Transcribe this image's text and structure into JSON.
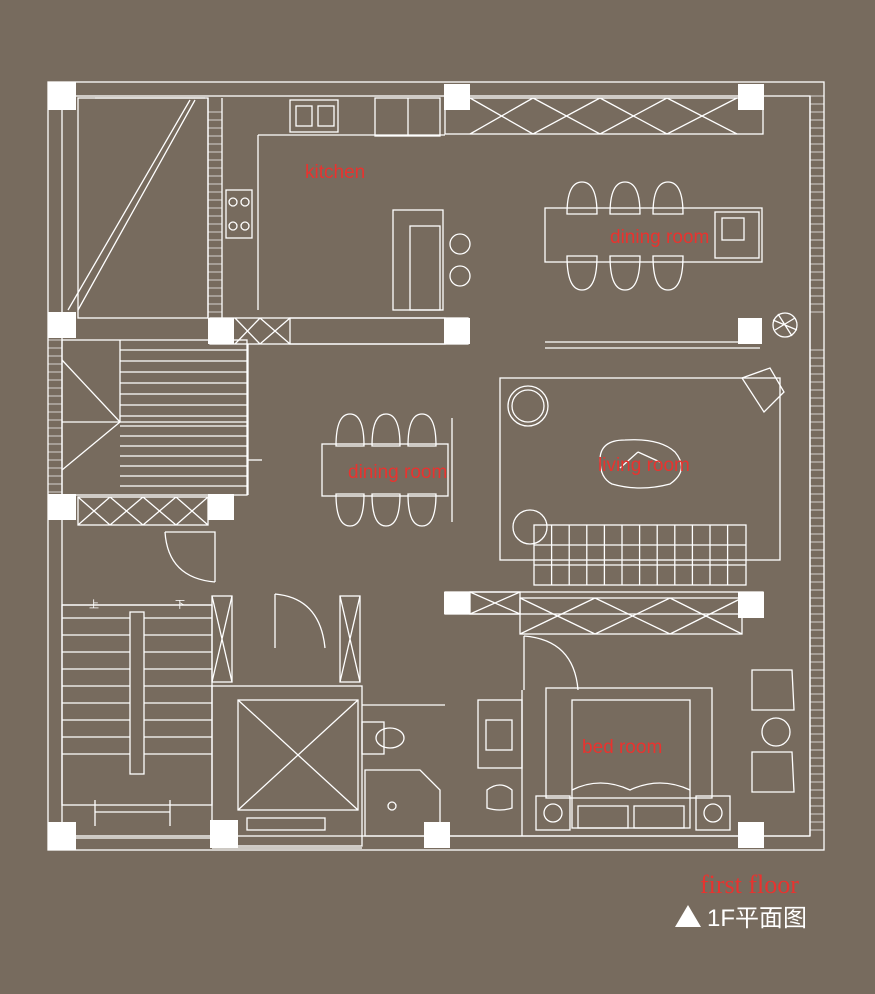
{
  "plan": {
    "rooms": {
      "kitchen": "kitchen",
      "dining_upper": "dining room",
      "dining_center": "dining room",
      "living": "living room",
      "bedroom": "bed room"
    },
    "stairs": {
      "up": "上",
      "down": "下"
    },
    "caption": {
      "english": "first floor",
      "chinese": "1F平面图"
    }
  },
  "colors": {
    "background": "#776b5e",
    "line": "#ffffff",
    "label": "#e8332f"
  },
  "icons": [
    "north-triangle-icon",
    "elevator-icon",
    "stair-icon",
    "sink-icon",
    "stove-icon",
    "toilet-icon",
    "shower-icon",
    "bed-icon",
    "chair-icon",
    "plant-icon"
  ]
}
